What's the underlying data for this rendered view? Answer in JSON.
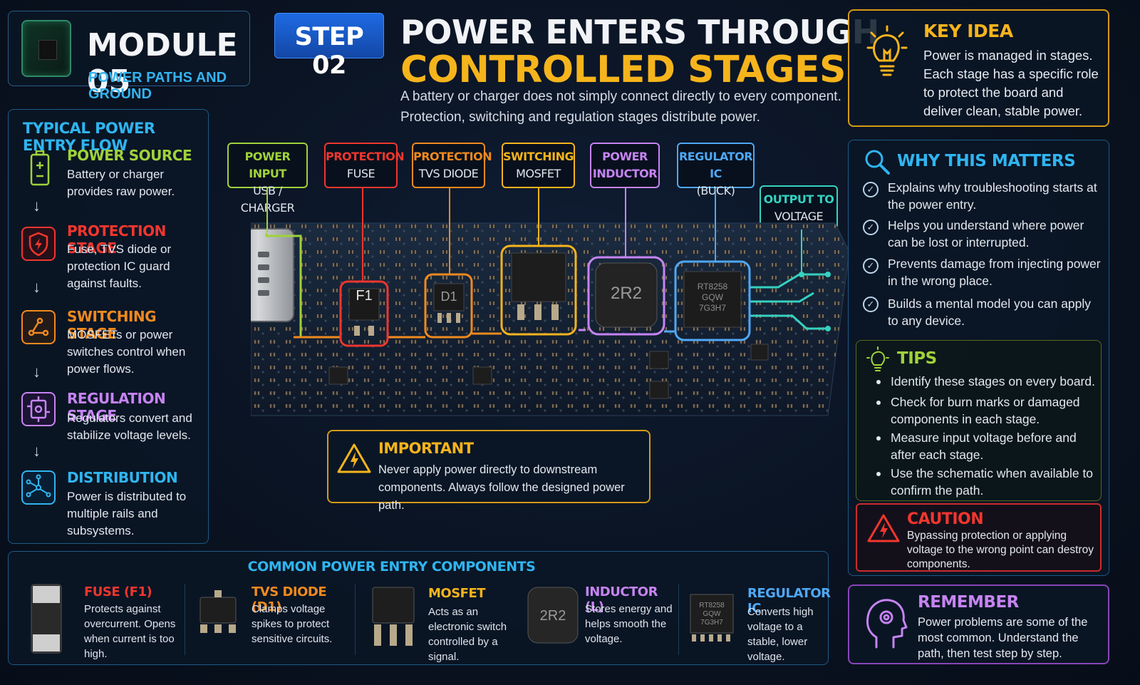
{
  "module": {
    "title": "MODULE 05",
    "subtitle": "POWER PATHS AND GROUND",
    "icon": "circuit-chip-icon"
  },
  "step": {
    "label": "STEP 02"
  },
  "headline": {
    "line1": "POWER ENTERS THROUGH",
    "line2": "CONTROLLED STAGES"
  },
  "intro": {
    "line1": "A battery or charger does not simply connect directly to every component.",
    "line2": "Protection, switching and regulation stages distribute power."
  },
  "key_idea": {
    "title": "KEY IDEA",
    "text": "Power is managed in stages. Each stage has a specific role to protect the board and deliver clean, stable power.",
    "icon": "lightbulb-icon"
  },
  "flow": {
    "title": "TYPICAL POWER ENTRY FLOW",
    "stages": [
      {
        "head": "POWER SOURCE",
        "body": "Battery or charger provides raw power.",
        "color": "#9fd23a",
        "icon": "battery-icon"
      },
      {
        "head": "PROTECTION STAGE",
        "body": "Fuse, TVS diode or protection IC guard against faults.",
        "color": "#f0362e",
        "icon": "shield-bolt-icon"
      },
      {
        "head": "SWITCHING STAGE",
        "body": "MOSFETs or power switches control when power flows.",
        "color": "#f08a1e",
        "icon": "switch-icon"
      },
      {
        "head": "REGULATION STAGE",
        "body": "Regulators convert and stabilize voltage levels.",
        "color": "#c684f2",
        "icon": "regulator-icon"
      },
      {
        "head": "DISTRIBUTION",
        "body": "Power is distributed to multiple rails and subsystems.",
        "color": "#2fb5f0",
        "icon": "distribution-icon"
      }
    ]
  },
  "callouts": [
    {
      "line1": "POWER INPUT",
      "line2": "USB / CHARGER",
      "color": "#9fd23a"
    },
    {
      "line1": "PROTECTION",
      "line2": "FUSE",
      "color": "#f0362e"
    },
    {
      "line1": "PROTECTION",
      "line2": "TVS DIODE",
      "color": "#f08a1e"
    },
    {
      "line1": "SWITCHING",
      "line2": "MOSFET",
      "color": "#f6b41c"
    },
    {
      "line1": "POWER",
      "line2": "INDUCTOR",
      "color": "#c684f2"
    },
    {
      "line1": "REGULATOR IC",
      "line2": "(BUCK)",
      "color": "#4fa8f5"
    },
    {
      "line1": "OUTPUT TO",
      "line2": "VOLTAGE RAILS",
      "color": "#35d2c0"
    }
  ],
  "board": {
    "fuse_label": "F1",
    "diode_label": "D1",
    "inductor_label": "2R2",
    "ic_line1": "RT8258",
    "ic_line2": "GQW",
    "ic_line3": "7G3H7"
  },
  "important": {
    "title": "IMPORTANT",
    "text": "Never apply power directly to downstream components. Always follow the designed power path.",
    "icon": "warning-icon"
  },
  "why": {
    "title": "WHY THIS MATTERS",
    "icon": "magnifier-icon",
    "items": [
      "Explains why troubleshooting starts at the power entry.",
      "Helps you understand where power can be lost or interrupted.",
      "Prevents damage from injecting power in the wrong place.",
      "Builds a mental model you can apply to any device."
    ]
  },
  "tips": {
    "title": "TIPS",
    "icon": "tip-bulb-icon",
    "items": [
      "Identify these stages on every board.",
      "Check for burn marks or damaged components in each stage.",
      "Measure input voltage before and after each stage.",
      "Use the schematic when available to confirm the path."
    ]
  },
  "caution": {
    "title": "CAUTION",
    "text": "Bypassing protection or applying voltage to the wrong point can destroy components.",
    "icon": "caution-icon"
  },
  "remember": {
    "title": "REMEMBER",
    "text": "Power problems are some of the most common. Understand the path, then test step by step.",
    "icon": "brain-head-icon"
  },
  "common": {
    "title": "COMMON POWER ENTRY COMPONENTS",
    "items": [
      {
        "title": "FUSE (F1)",
        "text": "Protects against overcurrent. Opens when current is too high.",
        "color": "#f0362e"
      },
      {
        "title": "TVS DIODE (D1)",
        "text": "Clamps voltage spikes to protect sensitive circuits.",
        "color": "#f08a1e"
      },
      {
        "title": "MOSFET",
        "text": "Acts as an electronic switch controlled by a signal.",
        "color": "#f6b41c"
      },
      {
        "title": "INDUCTOR (L)",
        "text": "Stores energy and helps smooth the voltage.",
        "color": "#c684f2",
        "label": "2R2"
      },
      {
        "title": "REGULATOR IC",
        "text": "Converts high voltage to a stable, lower voltage.",
        "color": "#4fa8f5",
        "label1": "RT8258",
        "label2": "GQW",
        "label3": "7G3H7"
      }
    ]
  }
}
